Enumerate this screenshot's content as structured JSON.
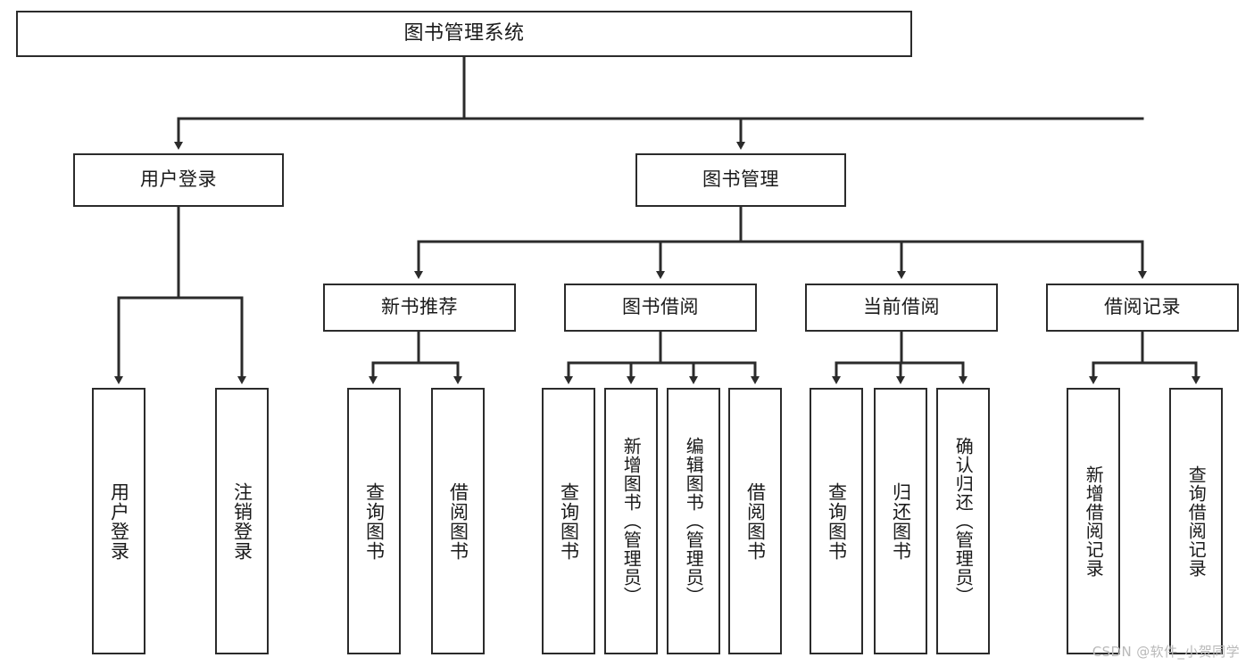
{
  "diagram": {
    "title": "图书管理系统",
    "type": "hierarchy-tree",
    "background_color": "#ffffff",
    "line_color": "#2b2b2b",
    "text_color": "#1a1a1a"
  },
  "root": {
    "label": "图书管理系统"
  },
  "level2": [
    {
      "label": "用户登录"
    },
    {
      "label": "图书管理"
    }
  ],
  "level3": [
    {
      "label": "新书推荐"
    },
    {
      "label": "图书借阅"
    },
    {
      "label": "当前借阅"
    },
    {
      "label": "借阅记录"
    }
  ],
  "leaves": {
    "user_login": [
      {
        "label": "用户登录"
      },
      {
        "label": "注销登录"
      }
    ],
    "new_book_recommend": [
      {
        "label": "查询图书"
      },
      {
        "label": "借阅图书"
      }
    ],
    "book_borrow": [
      {
        "label": "查询图书"
      },
      {
        "label": "新增图书（管理员）"
      },
      {
        "label": "编辑图书（管理员）"
      },
      {
        "label": "借阅图书"
      }
    ],
    "current_borrow": [
      {
        "label": "查询图书"
      },
      {
        "label": "归还图书"
      },
      {
        "label": "确认归还（管理员）"
      }
    ],
    "borrow_record": [
      {
        "label": "新增借阅记录"
      },
      {
        "label": "查询借阅记录"
      }
    ]
  },
  "watermark": {
    "text": "CSDN @软件_小贺同学"
  }
}
